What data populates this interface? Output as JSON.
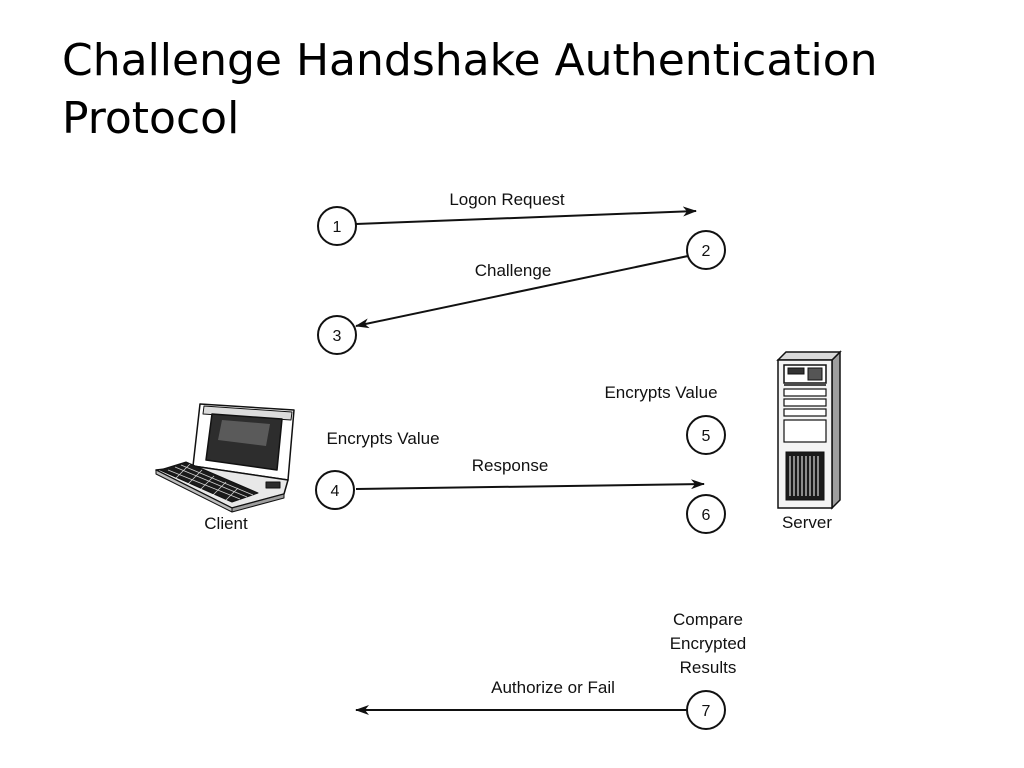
{
  "title": {
    "line1": "Challenge Handshake Authentication",
    "line2": "Protocol"
  },
  "diagram": {
    "steps": [
      "1",
      "2",
      "3",
      "4",
      "5",
      "6",
      "7"
    ],
    "arrows": {
      "logon_request": "Logon Request",
      "challenge": "Challenge",
      "response": "Response",
      "authorize_or_fail": "Authorize or Fail"
    },
    "notes": {
      "client_encrypts": "Encrypts Value",
      "server_encrypts": "Encrypts Value",
      "compare_line1": "Compare",
      "compare_line2": "Encrypted",
      "compare_line3": "Results"
    },
    "nodes": {
      "client": "Client",
      "server": "Server"
    }
  },
  "colors": {
    "ink": "#111111",
    "background": "#ffffff"
  }
}
